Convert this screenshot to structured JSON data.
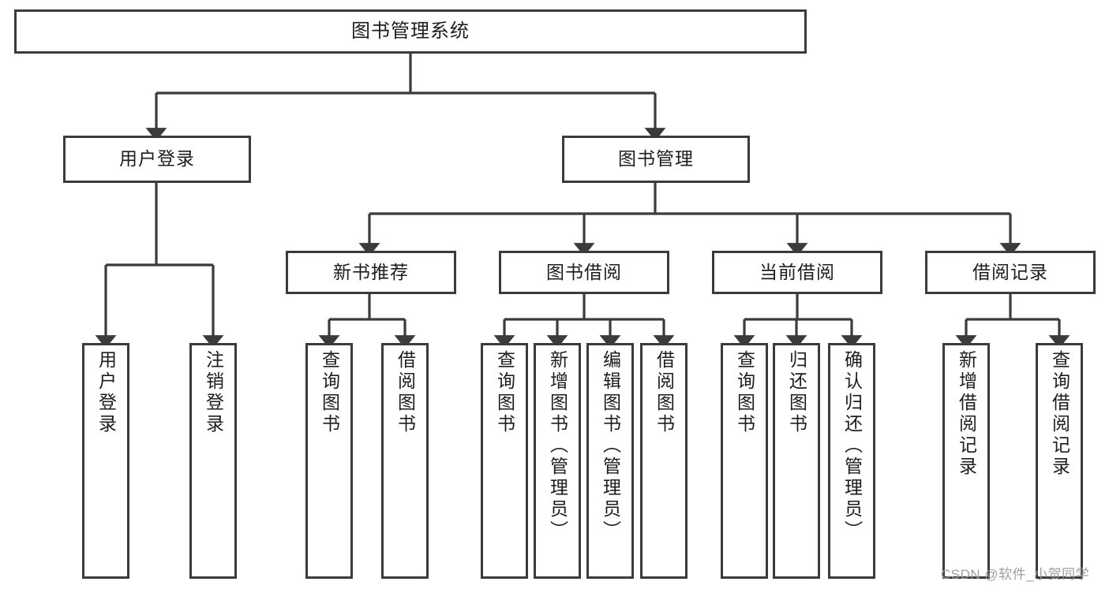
{
  "diagram": {
    "type": "tree-hierarchy",
    "title": "图书管理系统",
    "orientation": "top-down",
    "colors": {
      "box_border": "#3b3b3b",
      "box_fill": "#ffffff",
      "connector": "#3b3b3b",
      "text": "#1d1d1d",
      "watermark": "#9a9a9a"
    }
  },
  "root": {
    "label": "图书管理系统"
  },
  "level2": [
    {
      "label": "用户登录"
    },
    {
      "label": "图书管理"
    }
  ],
  "level3": [
    {
      "label": "新书推荐"
    },
    {
      "label": "图书借阅"
    },
    {
      "label": "当前借阅"
    },
    {
      "label": "借阅记录"
    }
  ],
  "leaves": {
    "user_login": [
      {
        "label": "用户登录"
      },
      {
        "label": "注销登录"
      }
    ],
    "new_book_recommend": [
      {
        "label": "查询图书"
      },
      {
        "label": "借阅图书"
      }
    ],
    "book_borrow": [
      {
        "label": "查询图书"
      },
      {
        "label": "新增图书（管理员）"
      },
      {
        "label": "编辑图书（管理员）"
      },
      {
        "label": "借阅图书"
      }
    ],
    "current_borrow": [
      {
        "label": "查询图书"
      },
      {
        "label": "归还图书"
      },
      {
        "label": "确认归还（管理员）"
      }
    ],
    "borrow_record": [
      {
        "label": "新增借阅记录"
      },
      {
        "label": "查询借阅记录"
      }
    ]
  },
  "watermark": {
    "text": "CSDN @软件_小贺同学"
  }
}
